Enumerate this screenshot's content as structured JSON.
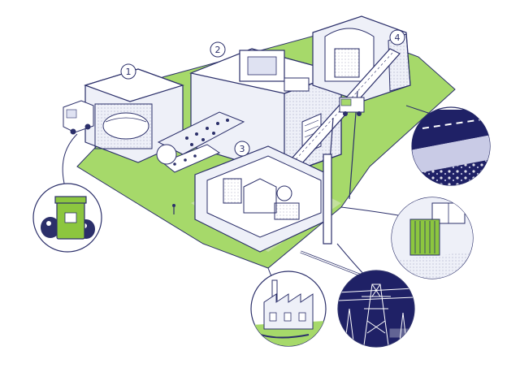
{
  "diagram": {
    "colors": {
      "ink": "#2b2f6a",
      "grass": "#a6d96a",
      "wall": "#eef0f8",
      "night": "#1f2166",
      "bin": "#8cc63f"
    },
    "stage_labels": [
      "1",
      "2",
      "3",
      "4"
    ],
    "icons": [
      "garbage-truck-icon",
      "waste-bin-icon",
      "road-asphalt-icon",
      "radiator-icon",
      "factory-icon",
      "power-pylon-icon"
    ]
  }
}
